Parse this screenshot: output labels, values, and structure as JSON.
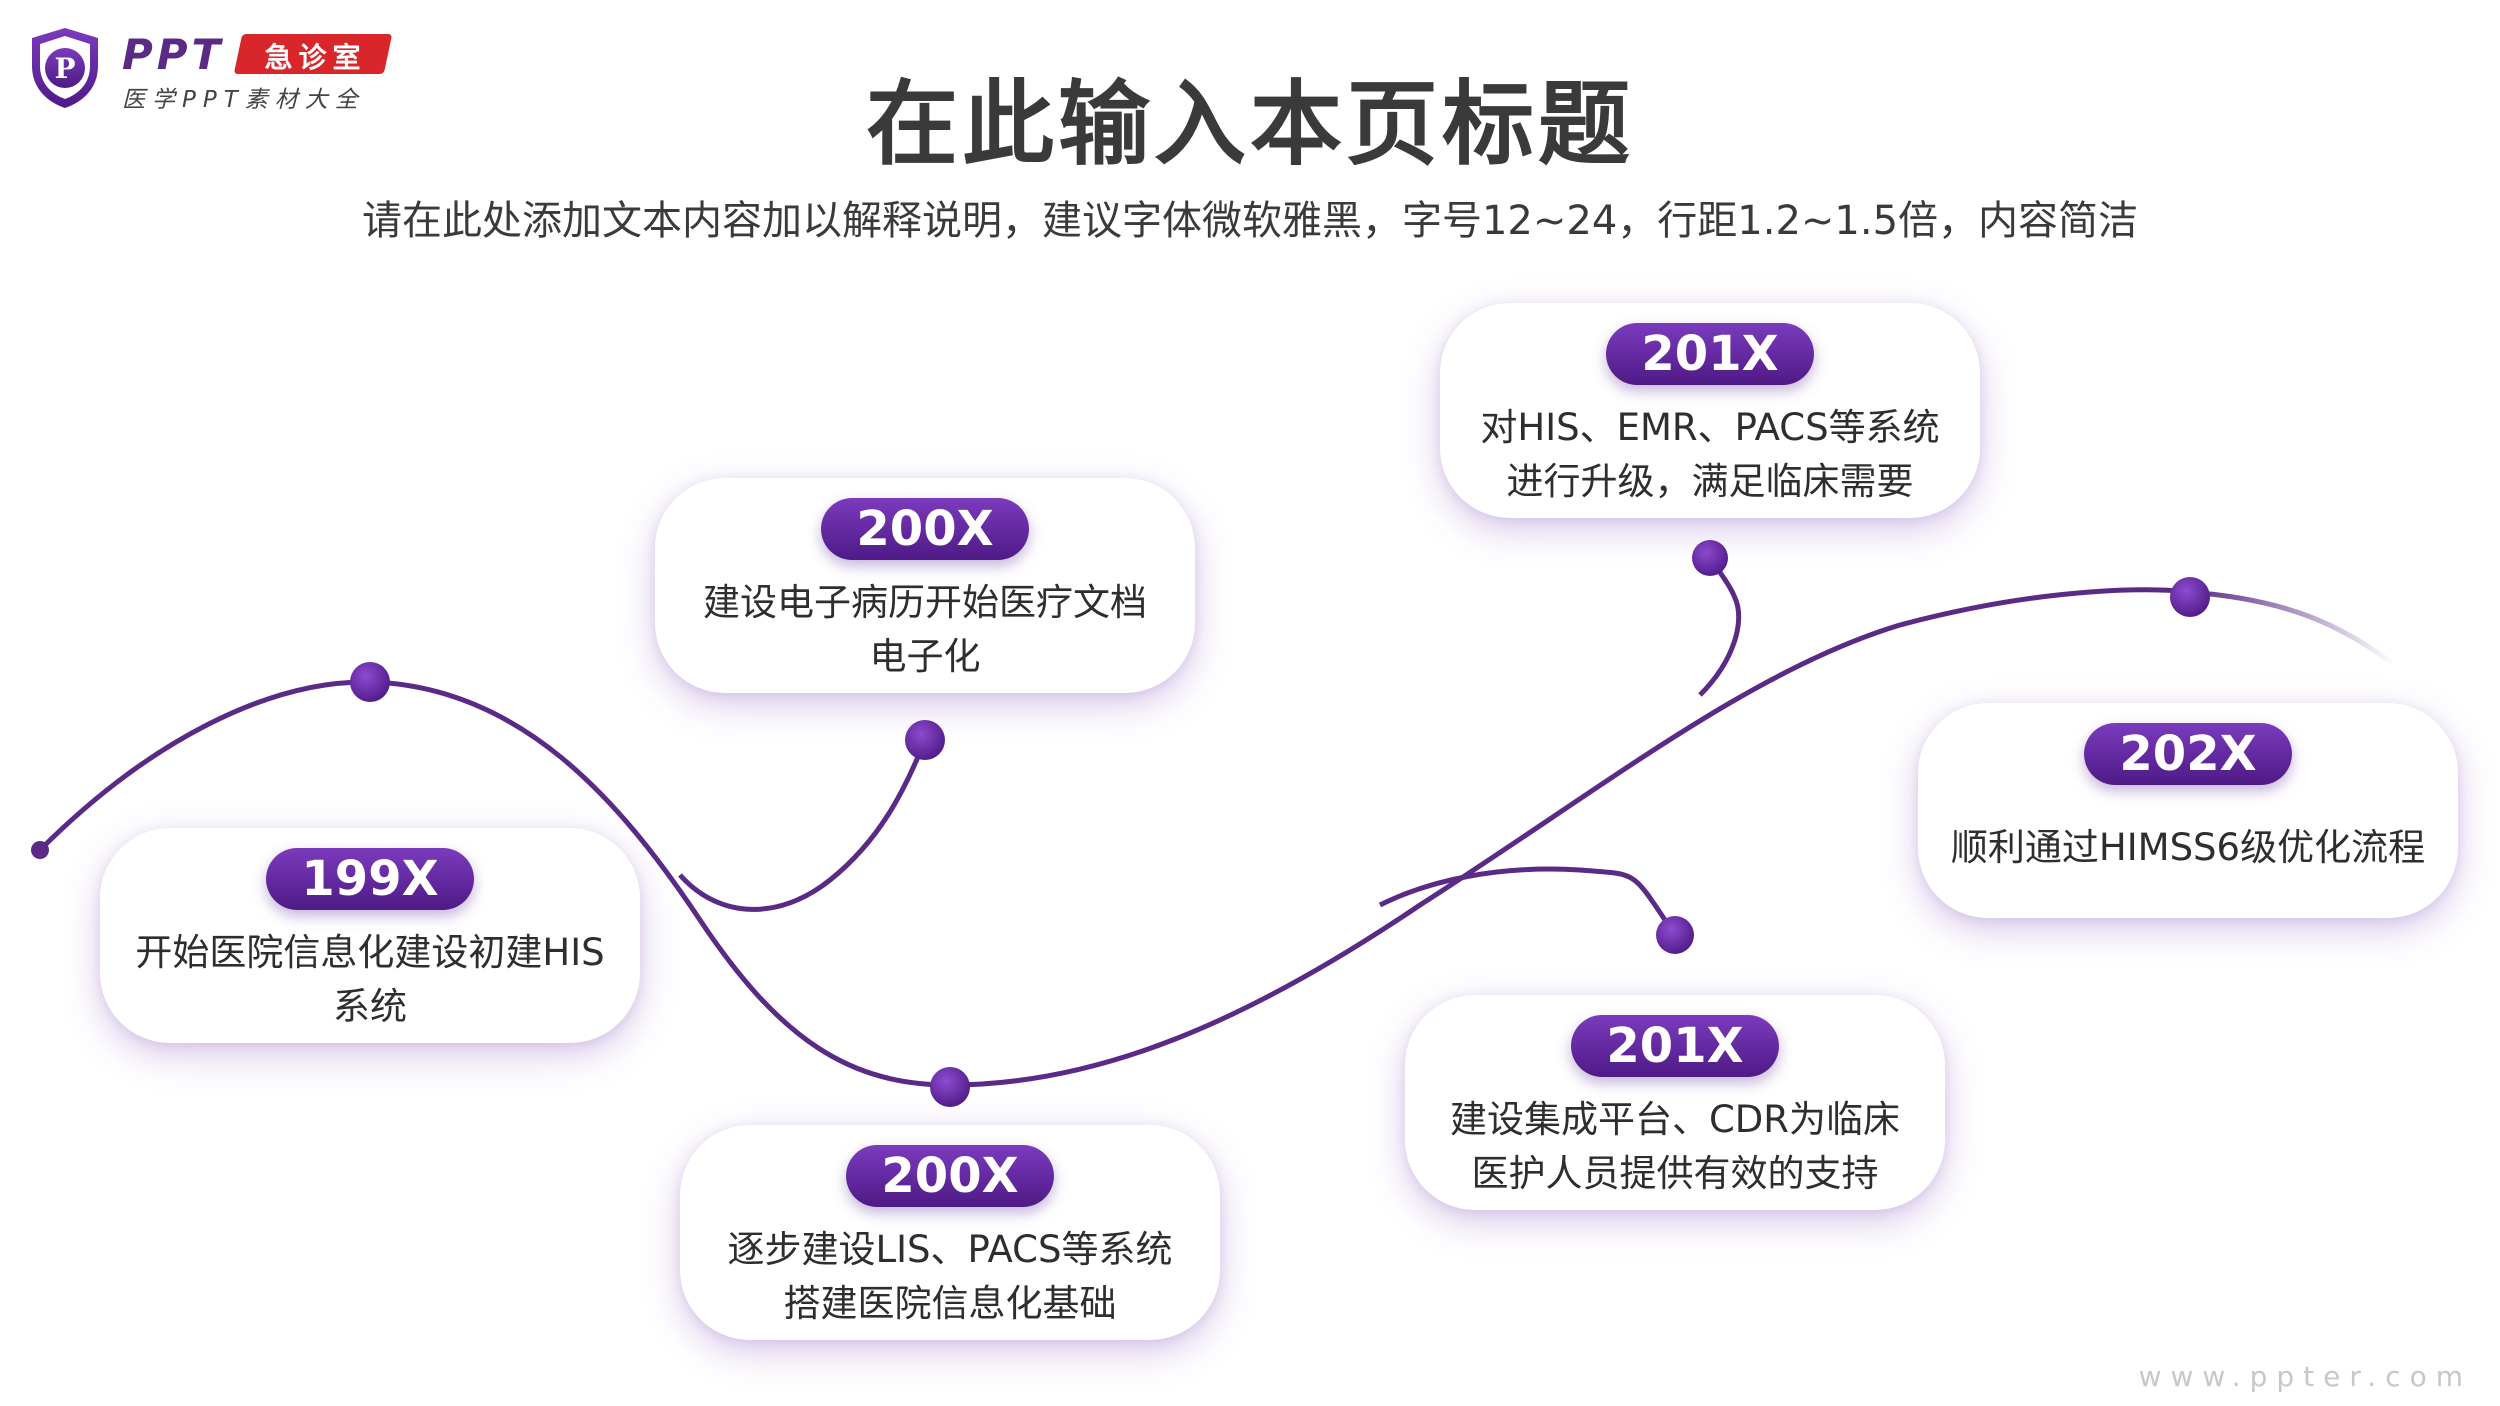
{
  "logo": {
    "ppt": "PPT",
    "badge": "急诊室",
    "sub": "医学PPT素材大全",
    "shield_letter": "P"
  },
  "title": "在此输入本页标题",
  "subtitle": "请在此处添加文本内容加以解释说明，建议字体微软雅黑，字号12~24，行距1.2~1.5倍，内容简洁",
  "colors": {
    "accent": "#5b2a86",
    "pill_top": "#7b3bbd",
    "pill_bottom": "#4e1a86",
    "badge_red": "#d8262b"
  },
  "milestones": [
    {
      "year": "199X",
      "text": "开始医院信息化建设初建HIS系统"
    },
    {
      "year": "200X",
      "text": "建设电子病历开始医疗文档电子化"
    },
    {
      "year": "200X",
      "text": "逐步建设LIS、PACS等系统搭建医院信息化基础"
    },
    {
      "year": "201X",
      "text": "对HIS、EMR、PACS等系统进行升级，满足临床需要"
    },
    {
      "year": "201X",
      "text": "建设集成平台、CDR为临床医护人员提供有效的支持"
    },
    {
      "year": "202X",
      "text": "顺利通过HIMSS6级优化流程"
    }
  ],
  "watermark": "www.ppter.com"
}
